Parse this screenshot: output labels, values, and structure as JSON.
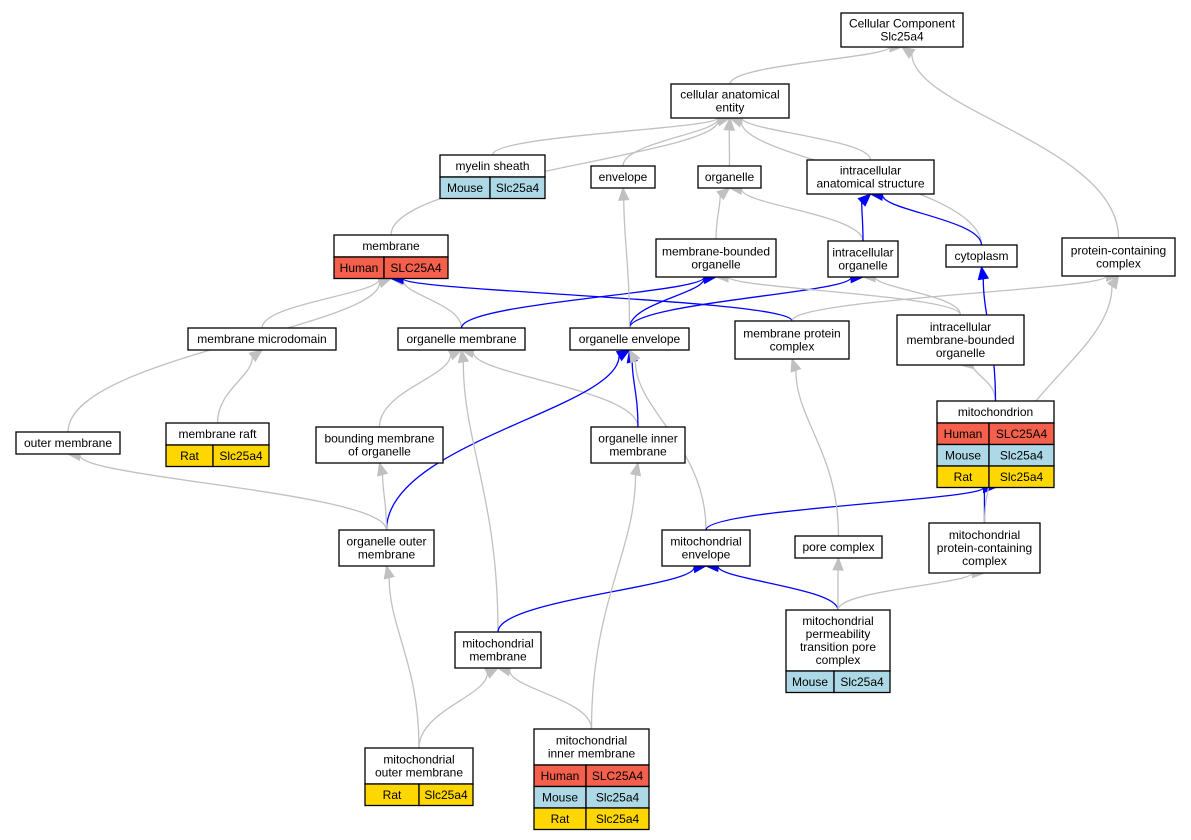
{
  "colors": {
    "human": "#f4604b",
    "mouse": "#add8e6",
    "rat": "#ffd700",
    "edge_is_a": "#c0c0c0",
    "edge_part_of": "#0000ff"
  },
  "nodes": [
    {
      "id": "cc",
      "lines": [
        "Cellular Component",
        "Slc25a4"
      ],
      "rows": []
    },
    {
      "id": "cae",
      "lines": [
        "cellular anatomical",
        "entity"
      ],
      "rows": []
    },
    {
      "id": "myelin",
      "lines": [
        "myelin sheath"
      ],
      "rows": [
        {
          "species": "Mouse",
          "gene": "Slc25a4"
        }
      ]
    },
    {
      "id": "envelope",
      "lines": [
        "envelope"
      ],
      "rows": []
    },
    {
      "id": "organelle",
      "lines": [
        "organelle"
      ],
      "rows": []
    },
    {
      "id": "ias",
      "lines": [
        "intracellular",
        "anatomical structure"
      ],
      "rows": []
    },
    {
      "id": "membrane",
      "lines": [
        "membrane"
      ],
      "rows": [
        {
          "species": "Human",
          "gene": "SLC25A4"
        }
      ]
    },
    {
      "id": "mbo",
      "lines": [
        "membrane-bounded",
        "organelle"
      ],
      "rows": []
    },
    {
      "id": "io",
      "lines": [
        "intracellular",
        "organelle"
      ],
      "rows": []
    },
    {
      "id": "cyto",
      "lines": [
        "cytoplasm"
      ],
      "rows": []
    },
    {
      "id": "pcc",
      "lines": [
        "protein-containing",
        "complex"
      ],
      "rows": []
    },
    {
      "id": "mmd",
      "lines": [
        "membrane microdomain"
      ],
      "rows": []
    },
    {
      "id": "om",
      "lines": [
        "organelle membrane"
      ],
      "rows": []
    },
    {
      "id": "oe",
      "lines": [
        "organelle envelope"
      ],
      "rows": []
    },
    {
      "id": "mpc",
      "lines": [
        "membrane protein",
        "complex"
      ],
      "rows": []
    },
    {
      "id": "imbo",
      "lines": [
        "intracellular",
        "membrane-bounded",
        "organelle"
      ],
      "rows": []
    },
    {
      "id": "mito",
      "lines": [
        "mitochondrion"
      ],
      "rows": [
        {
          "species": "Human",
          "gene": "SLC25A4"
        },
        {
          "species": "Mouse",
          "gene": "Slc25a4"
        },
        {
          "species": "Rat",
          "gene": "Slc25a4"
        }
      ]
    },
    {
      "id": "outer",
      "lines": [
        "outer membrane"
      ],
      "rows": []
    },
    {
      "id": "raft",
      "lines": [
        "membrane raft"
      ],
      "rows": [
        {
          "species": "Rat",
          "gene": "Slc25a4"
        }
      ]
    },
    {
      "id": "bmo",
      "lines": [
        "bounding membrane",
        "of organelle"
      ],
      "rows": []
    },
    {
      "id": "oim",
      "lines": [
        "organelle inner",
        "membrane"
      ],
      "rows": []
    },
    {
      "id": "oom",
      "lines": [
        "organelle outer",
        "membrane"
      ],
      "rows": []
    },
    {
      "id": "menv",
      "lines": [
        "mitochondrial",
        "envelope"
      ],
      "rows": []
    },
    {
      "id": "pore",
      "lines": [
        "pore complex"
      ],
      "rows": []
    },
    {
      "id": "mpcc",
      "lines": [
        "mitochondrial",
        "protein-containing",
        "complex"
      ],
      "rows": []
    },
    {
      "id": "mmem",
      "lines": [
        "mitochondrial",
        "membrane"
      ],
      "rows": []
    },
    {
      "id": "mptp",
      "lines": [
        "mitochondrial",
        "permeability",
        "transition pore",
        "complex"
      ],
      "rows": [
        {
          "species": "Mouse",
          "gene": "Slc25a4"
        }
      ]
    },
    {
      "id": "mom",
      "lines": [
        "mitochondrial",
        "outer membrane"
      ],
      "rows": [
        {
          "species": "Rat",
          "gene": "Slc25a4"
        }
      ]
    },
    {
      "id": "mim",
      "lines": [
        "mitochondrial",
        "inner membrane"
      ],
      "rows": [
        {
          "species": "Human",
          "gene": "SLC25A4"
        },
        {
          "species": "Mouse",
          "gene": "Slc25a4"
        },
        {
          "species": "Rat",
          "gene": "Slc25a4"
        }
      ]
    }
  ],
  "edges": [
    {
      "from": "cae",
      "to": "cc",
      "rel": "is_a"
    },
    {
      "from": "pcc",
      "to": "cc",
      "rel": "is_a"
    },
    {
      "from": "myelin",
      "to": "cae",
      "rel": "is_a"
    },
    {
      "from": "envelope",
      "to": "cae",
      "rel": "is_a"
    },
    {
      "from": "organelle",
      "to": "cae",
      "rel": "is_a"
    },
    {
      "from": "ias",
      "to": "cae",
      "rel": "is_a"
    },
    {
      "from": "membrane",
      "to": "cae",
      "rel": "is_a"
    },
    {
      "from": "cyto",
      "to": "cae",
      "rel": "is_a"
    },
    {
      "from": "mbo",
      "to": "organelle",
      "rel": "is_a"
    },
    {
      "from": "io",
      "to": "organelle",
      "rel": "is_a"
    },
    {
      "from": "io",
      "to": "ias",
      "rel": "part_of"
    },
    {
      "from": "cyto",
      "to": "ias",
      "rel": "part_of"
    },
    {
      "from": "mmd",
      "to": "membrane",
      "rel": "is_a"
    },
    {
      "from": "om",
      "to": "membrane",
      "rel": "is_a"
    },
    {
      "from": "outer",
      "to": "membrane",
      "rel": "is_a"
    },
    {
      "from": "mpc",
      "to": "membrane",
      "rel": "part_of"
    },
    {
      "from": "om",
      "to": "mbo",
      "rel": "part_of"
    },
    {
      "from": "oe",
      "to": "mbo",
      "rel": "part_of"
    },
    {
      "from": "oe",
      "to": "io",
      "rel": "part_of"
    },
    {
      "from": "oe",
      "to": "envelope",
      "rel": "is_a"
    },
    {
      "from": "imbo",
      "to": "mbo",
      "rel": "is_a"
    },
    {
      "from": "imbo",
      "to": "io",
      "rel": "is_a"
    },
    {
      "from": "mpc",
      "to": "pcc",
      "rel": "is_a"
    },
    {
      "from": "mito",
      "to": "imbo",
      "rel": "is_a"
    },
    {
      "from": "mito",
      "to": "cyto",
      "rel": "part_of"
    },
    {
      "from": "raft",
      "to": "mmd",
      "rel": "is_a"
    },
    {
      "from": "bmo",
      "to": "om",
      "rel": "is_a"
    },
    {
      "from": "oim",
      "to": "om",
      "rel": "is_a"
    },
    {
      "from": "oim",
      "to": "oe",
      "rel": "part_of"
    },
    {
      "from": "oom",
      "to": "oe",
      "rel": "part_of"
    },
    {
      "from": "oom",
      "to": "bmo",
      "rel": "is_a"
    },
    {
      "from": "oom",
      "to": "outer",
      "rel": "is_a"
    },
    {
      "from": "menv",
      "to": "oe",
      "rel": "is_a"
    },
    {
      "from": "menv",
      "to": "mito",
      "rel": "part_of"
    },
    {
      "from": "mpcc",
      "to": "mito",
      "rel": "part_of"
    },
    {
      "from": "mpcc",
      "to": "pcc",
      "rel": "is_a"
    },
    {
      "from": "pore",
      "to": "mpc",
      "rel": "is_a"
    },
    {
      "from": "mmem",
      "to": "om",
      "rel": "is_a"
    },
    {
      "from": "mmem",
      "to": "menv",
      "rel": "part_of"
    },
    {
      "from": "mptp",
      "to": "menv",
      "rel": "part_of"
    },
    {
      "from": "mptp",
      "to": "pore",
      "rel": "is_a"
    },
    {
      "from": "mptp",
      "to": "mpcc",
      "rel": "is_a"
    },
    {
      "from": "mom",
      "to": "oom",
      "rel": "is_a"
    },
    {
      "from": "mom",
      "to": "mmem",
      "rel": "is_a"
    },
    {
      "from": "mim",
      "to": "oim",
      "rel": "is_a"
    },
    {
      "from": "mim",
      "to": "mmem",
      "rel": "is_a"
    }
  ]
}
